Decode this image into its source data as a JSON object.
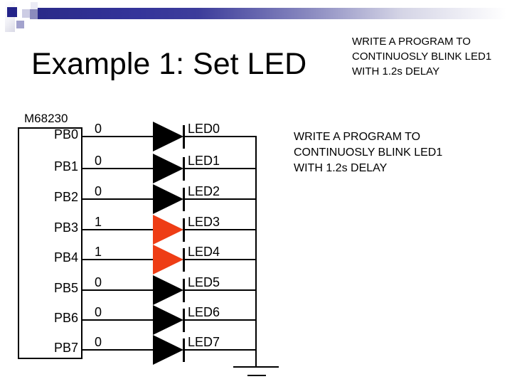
{
  "slide": {
    "title": "Example 1: Set LED",
    "note_top": {
      "lines": [
        "WRITE A PROGRAM TO",
        "CONTINUOSLY BLINK LED1",
        "WITH 1.2s DELAY"
      ]
    },
    "note_mid": {
      "lines": [
        "WRITE A PROGRAM TO",
        "CONTINUOSLY BLINK LED1",
        "WITH 1.2s DELAY"
      ]
    }
  },
  "diagram": {
    "chip_label": "M68230",
    "pins": [
      {
        "pin": "PB0",
        "value": "0",
        "led": "LED0",
        "lit": false
      },
      {
        "pin": "PB1",
        "value": "0",
        "led": "LED1",
        "lit": false
      },
      {
        "pin": "PB2",
        "value": "0",
        "led": "LED2",
        "lit": false
      },
      {
        "pin": "PB3",
        "value": "1",
        "led": "LED3",
        "lit": true
      },
      {
        "pin": "PB4",
        "value": "1",
        "led": "LED4",
        "lit": true
      },
      {
        "pin": "PB5",
        "value": "0",
        "led": "LED5",
        "lit": false
      },
      {
        "pin": "PB6",
        "value": "0",
        "led": "LED6",
        "lit": false
      },
      {
        "pin": "PB7",
        "value": "0",
        "led": "LED7",
        "lit": false
      }
    ],
    "colors": {
      "led_on": "#ee3d15",
      "led_off": "#000000",
      "accent_bar": "#2d2d8e"
    }
  }
}
